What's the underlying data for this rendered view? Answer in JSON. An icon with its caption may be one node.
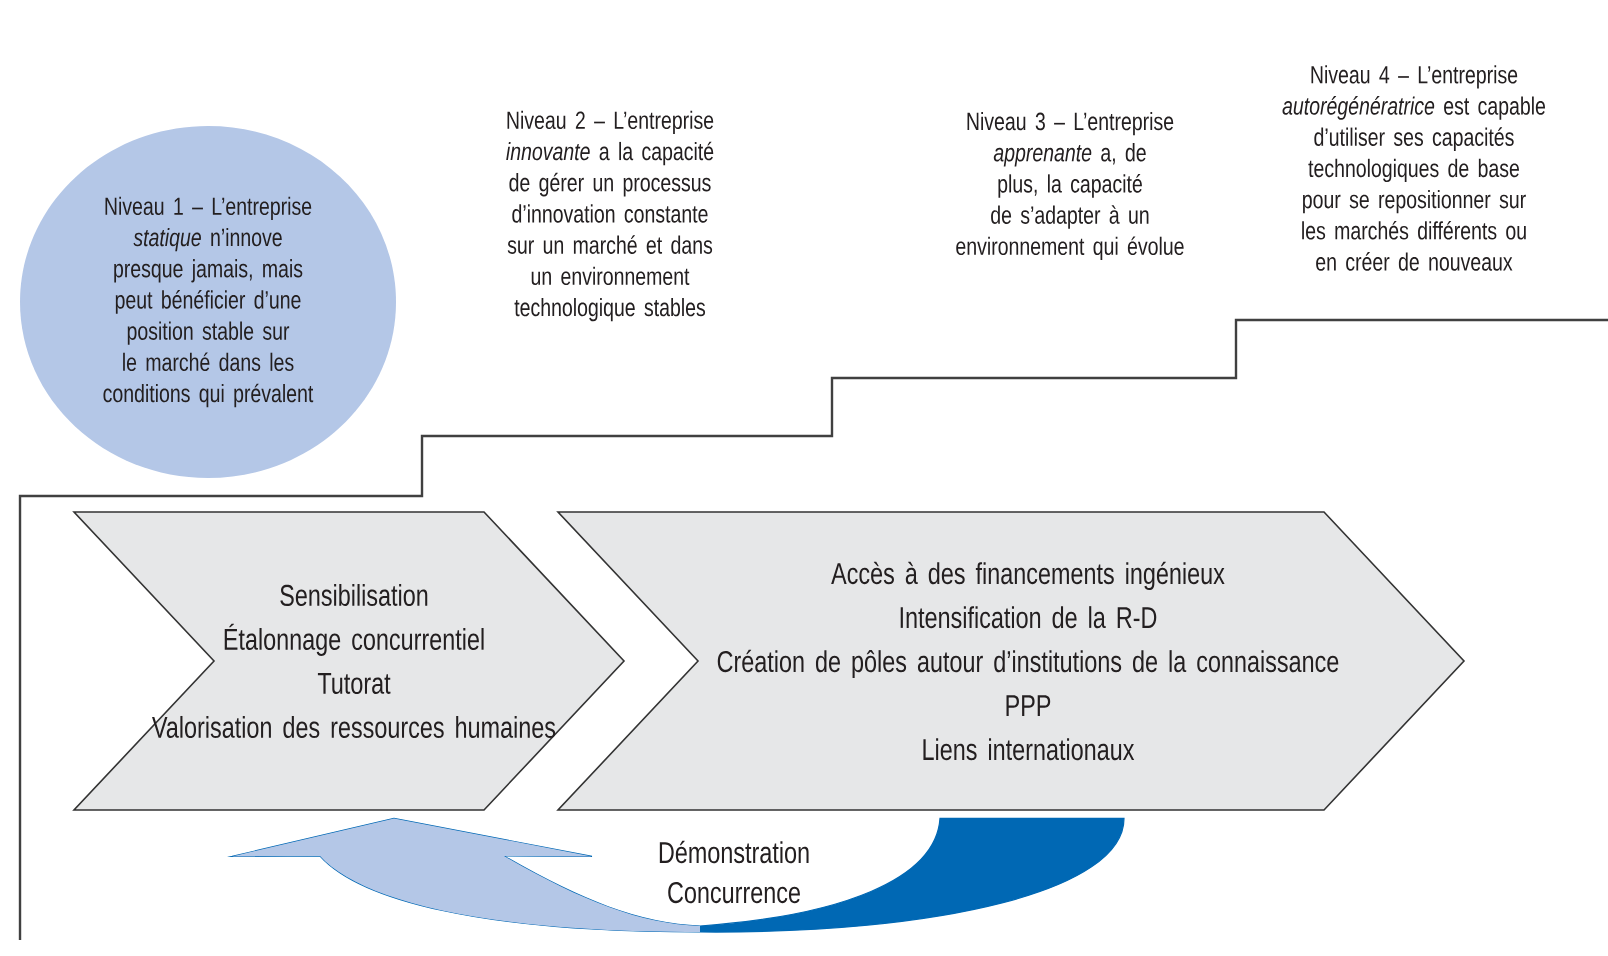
{
  "diagram": {
    "nodes": [
      {
        "text": [
          "Niveau 1 – L’entreprise *statique* n’innove presque jamais, mais peut bénéficier d’une position stable sur le marché dans les conditions qui prévalent"
        ]
      },
      {
        "text": [
          "Sensibilisation",
          "Étalonnage concurrentiel",
          "Tutorat",
          "Valorisation des ressources humaines"
        ]
      },
      {
        "text": [
          "Accès à des financements ingénieux",
          "Intensification de la R-D",
          "Création de pôles autour d’institutions de la connaissance",
          "PPP",
          "Liens internationaux"
        ]
      }
    ],
    "edges": [
      {
        "from": 2,
        "to": 1,
        "arrow": "to",
        "label": "Démonstration Concurrence"
      }
    ],
    "labels": [
      "Niveau 4 – L’entreprise *autorégénératrice* est capable d’utiliser ses capacités technologiques de base pour se repositionner sur les marchés différents ou en créer de nouveaux",
      "Niveau 2 – L’entreprise *innovante* a la capacité de gérer un processus d’innovation constante sur un marché et dans un environnement technologique stables",
      "Niveau 3 – L’entreprise *apprenante* a, de plus, la capacité de s’adapter à un environnement qui évolue"
    ]
  }
}
